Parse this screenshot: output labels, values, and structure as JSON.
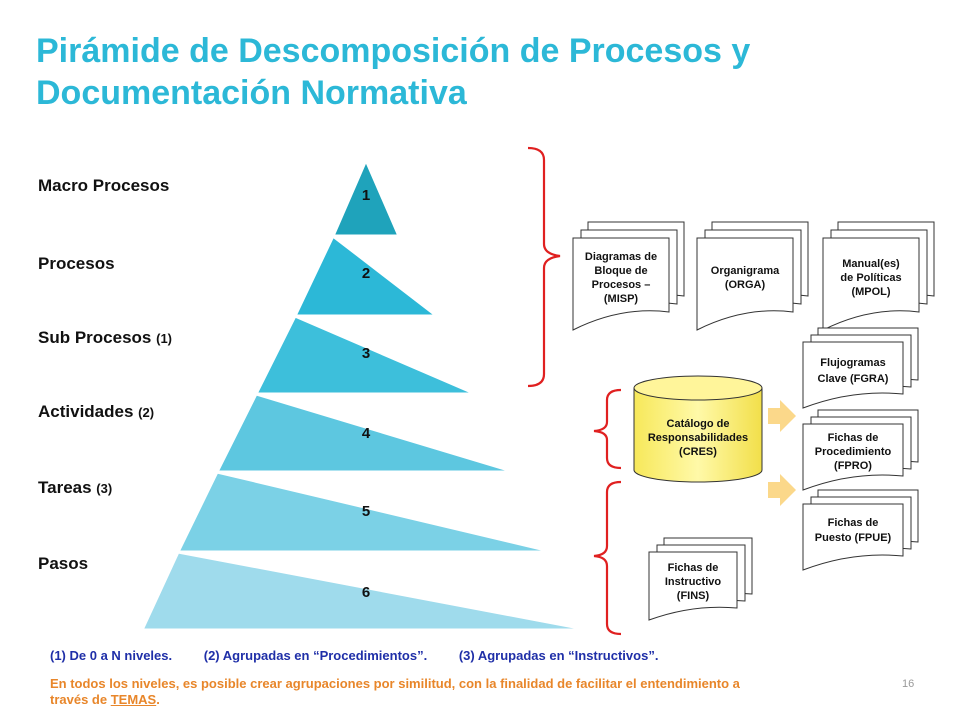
{
  "title": "Pirámide de Descomposición de Procesos y Documentación Normativa",
  "levels": [
    {
      "label": "Macro Procesos",
      "note": "",
      "number": "1"
    },
    {
      "label": "Procesos",
      "note": "",
      "number": "2"
    },
    {
      "label": "Sub Procesos",
      "note": "(1)",
      "number": "3"
    },
    {
      "label": "Actividades",
      "note": "(2)",
      "number": "4"
    },
    {
      "label": "Tareas",
      "note": "(3)",
      "number": "5"
    },
    {
      "label": "Pasos",
      "note": "",
      "number": "6"
    }
  ],
  "colors": {
    "title": "#2cb8d7",
    "levels": [
      "#1fa3bb",
      "#2cb8d7",
      "#3dbfdb",
      "#5dc7e0",
      "#7bd1e6",
      "#9fdbec"
    ],
    "bracket": "#e02020",
    "cylinder": "#fdf27a",
    "arrow": "#fbd88a",
    "footnote": "#1f2fa8",
    "note": "#e8862a"
  },
  "documents": {
    "misp": [
      "Diagramas de",
      "Bloque de",
      "Procesos –",
      "(MISP)"
    ],
    "orga": [
      "Organigrama",
      "(ORGA)"
    ],
    "mpol": [
      "Manual(es)",
      "de Políticas",
      "(MPOL)"
    ],
    "fgra": [
      "Flujogramas",
      "Clave (FGRA)"
    ],
    "fpro": [
      "Fichas de",
      "Procedimiento",
      "(FPRO)"
    ],
    "fpue": [
      "Fichas de",
      "Puesto (FPUE)"
    ],
    "fins": [
      "Fichas de",
      "Instructivo",
      "(FINS)"
    ]
  },
  "catalog": [
    "Catálogo de",
    "Responsabilidades",
    "(CRES)"
  ],
  "footnotes": [
    "(1) De 0 a N niveles.",
    "(2) Agrupadas en “Procedimientos”.",
    "(3) Agrupadas en “Instructivos”."
  ],
  "bottom_note": {
    "text": "En todos los niveles, es posible crear agrupaciones por similitud, con la finalidad de facilitar el entendimiento a través de ",
    "link": "TEMAS",
    "end": "."
  },
  "page_number": "16"
}
